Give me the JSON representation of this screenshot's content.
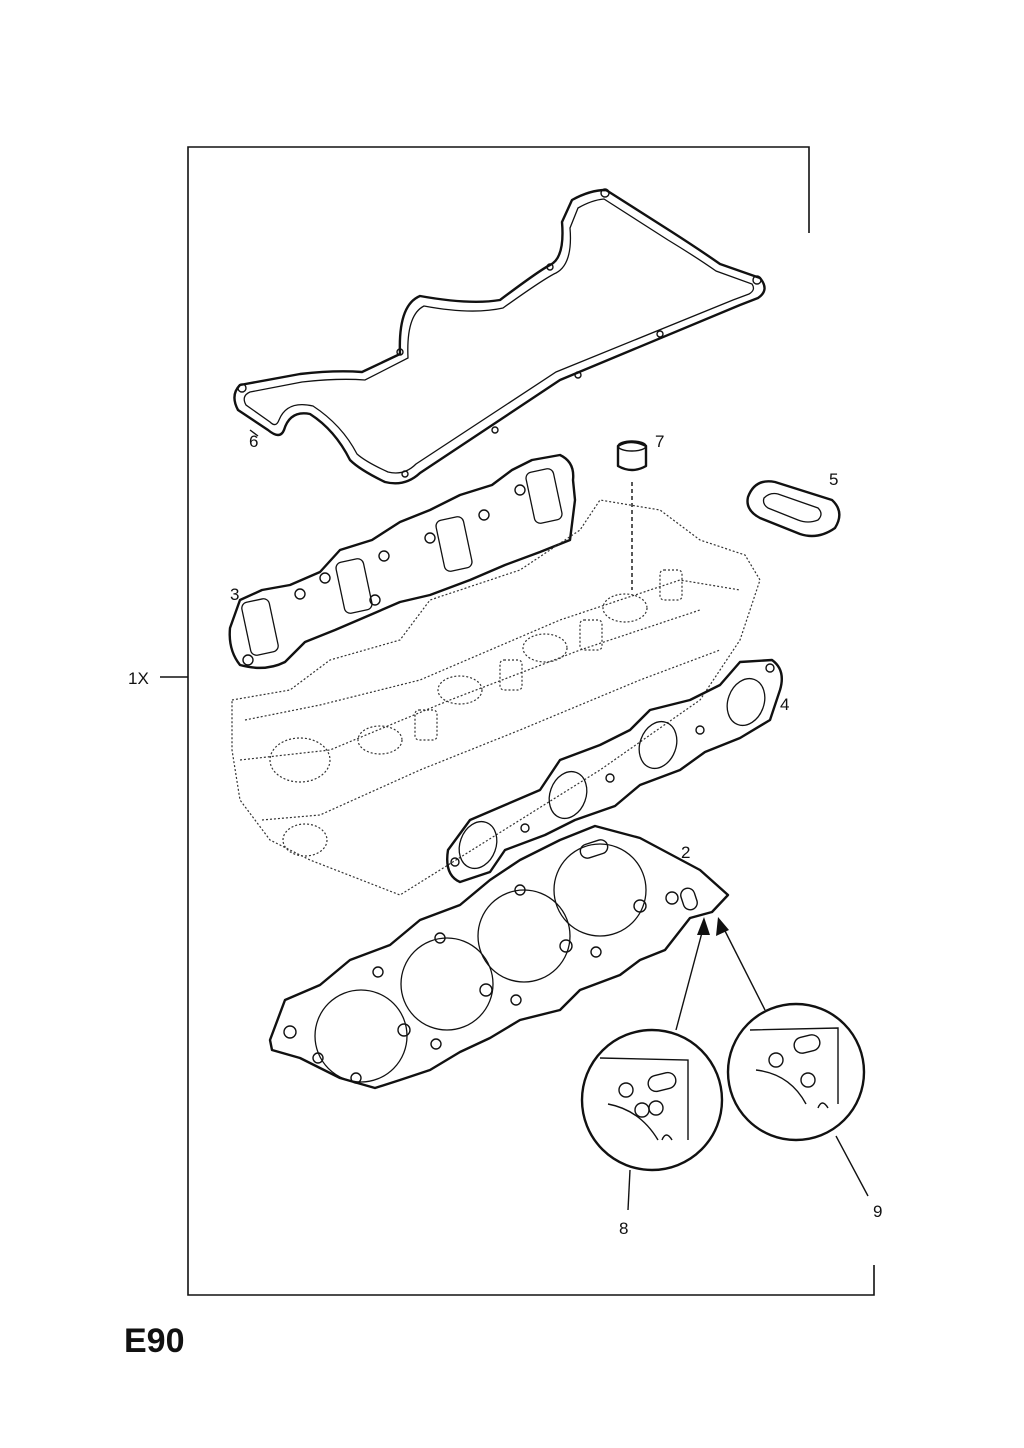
{
  "diagram": {
    "code": "E90",
    "set_label": "1X",
    "callouts": [
      {
        "id": "2",
        "label": "2"
      },
      {
        "id": "3",
        "label": "3"
      },
      {
        "id": "4",
        "label": "4"
      },
      {
        "id": "5",
        "label": "5"
      },
      {
        "id": "6",
        "label": "6"
      },
      {
        "id": "7",
        "label": "7"
      },
      {
        "id": "8",
        "label": "8"
      },
      {
        "id": "9",
        "label": "9"
      }
    ]
  }
}
